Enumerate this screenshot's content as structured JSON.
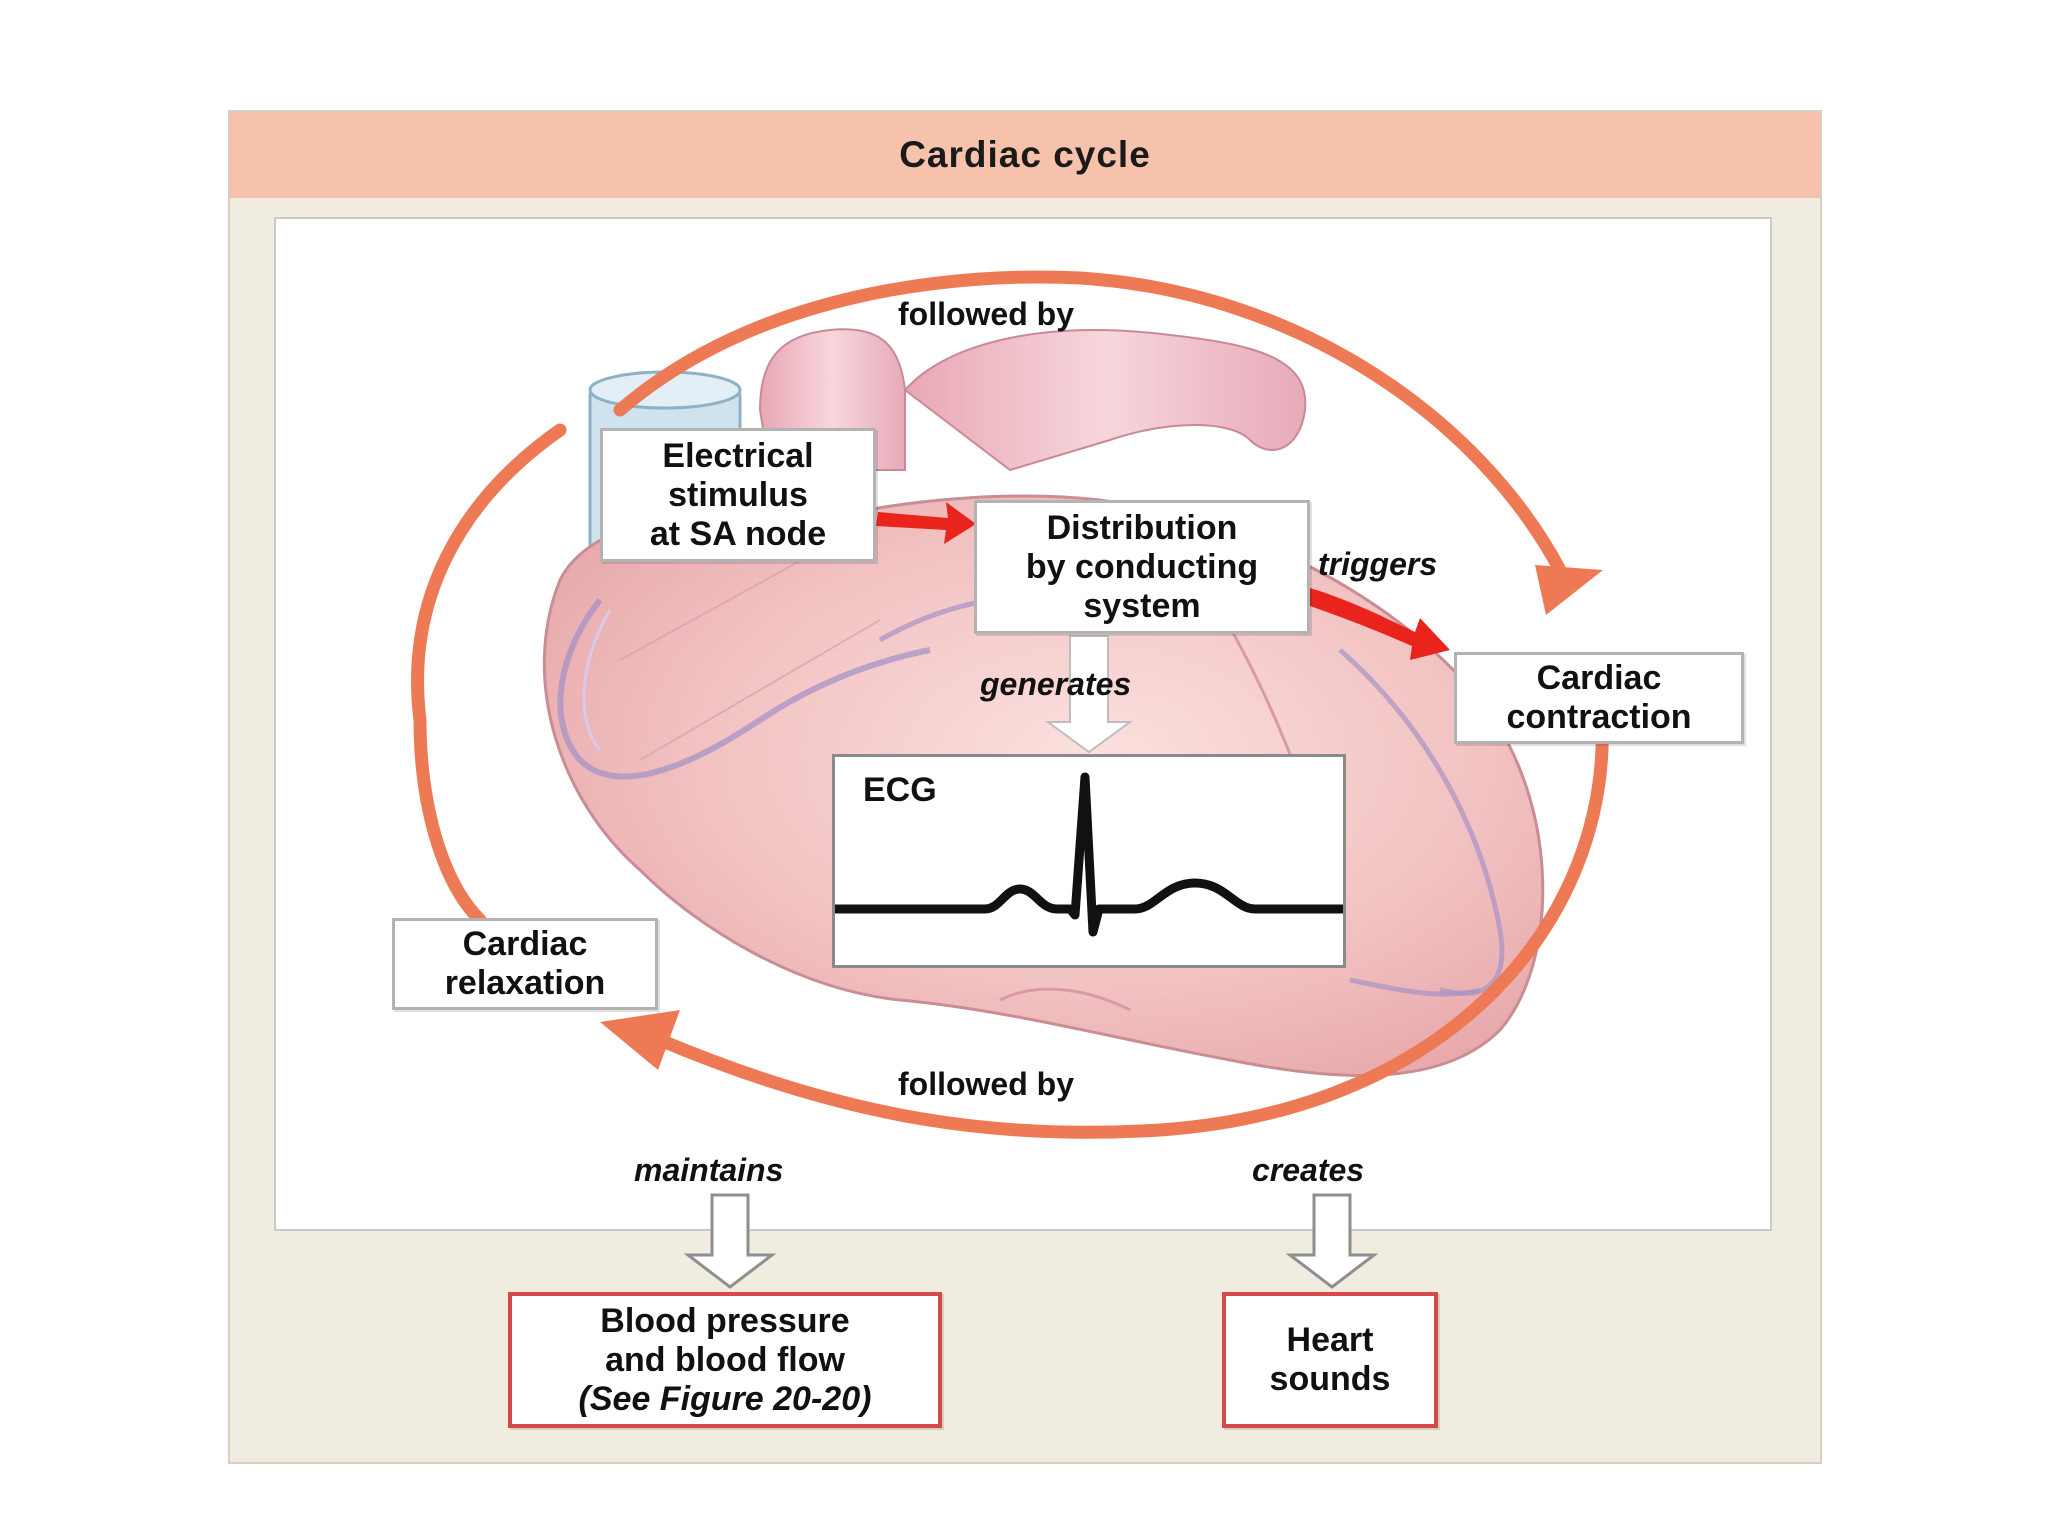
{
  "title": "Cardiac cycle",
  "nodes": {
    "electrical_stimulus": [
      "Electrical",
      "stimulus",
      "at SA node"
    ],
    "distribution": [
      "Distribution",
      "by conducting",
      "system"
    ],
    "cardiac_contraction": [
      "Cardiac",
      "contraction"
    ],
    "cardiac_relaxation": [
      "Cardiac",
      "relaxation"
    ],
    "ecg": "ECG",
    "blood_pressure": [
      "Blood pressure",
      "and blood flow",
      "(See Figure 20-20)"
    ],
    "heart_sounds": [
      "Heart",
      "sounds"
    ]
  },
  "edges": {
    "followed_by_top": "followed by",
    "followed_by_bottom": "followed by",
    "triggers": "triggers",
    "generates": "generates",
    "maintains": "maintains",
    "creates": "creates"
  },
  "colors": {
    "header": "#f6c2ab",
    "cycle_arrow": "#ee7a55",
    "red_arrow": "#e8241c",
    "outcome_border": "#d8484a",
    "heart": "#f4c6c6"
  }
}
